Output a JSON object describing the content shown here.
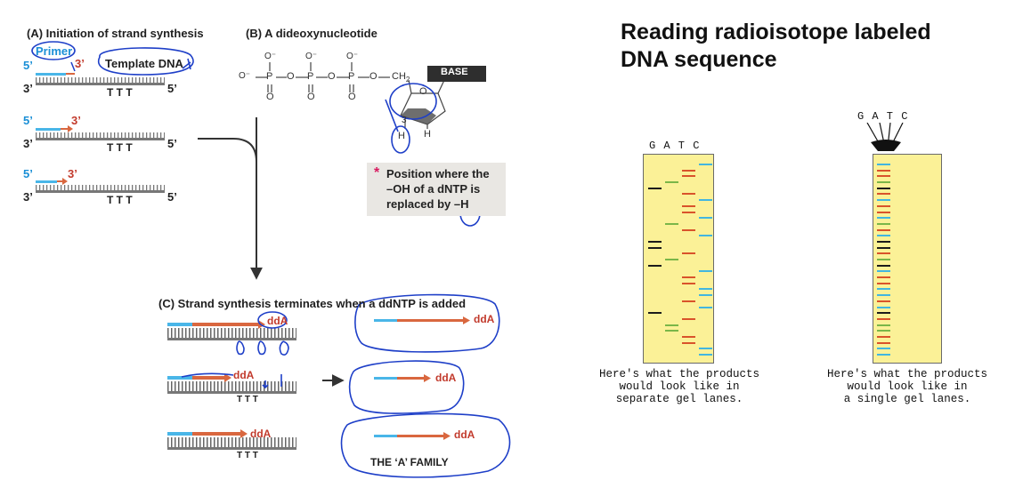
{
  "panel_a": {
    "title": "(A)  Initiation of strand synthesis",
    "primer_label": "Primer",
    "template_label": "Template DNA",
    "five_prime": "5’",
    "three_prime": "3’",
    "bases": "T   T   T"
  },
  "panel_b": {
    "title": "(B)  A dideoxynucleotide",
    "base_label": "BASE",
    "ch2": "CH",
    "ch2_sub": "2",
    "phosphate_o_minus": "O⁻",
    "o_label": "O",
    "p_label": "P",
    "o_double": "O",
    "h_label": "H",
    "num_3": "3",
    "callout_star": "*",
    "callout_text": "Position where the\n–OH of a dNTP is\nreplaced by –H"
  },
  "panel_c": {
    "title": "(C)  Strand synthesis terminates when a ddNTP is added",
    "dda": "ddA",
    "bases": "T   T   T",
    "family": "THE ‘A’ FAMILY"
  },
  "right": {
    "title_line1": "Reading radioisotope labeled",
    "title_line2": "DNA sequence",
    "lanes_header_1": "G A T C",
    "lanes_header_2": "G A T C",
    "caption_1": "Here's what the products\nwould look like in\nseparate gel lanes.",
    "caption_2": "Here's what the products\nwould look like in\na single gel lanes."
  },
  "colors": {
    "primer": "#49b6e8",
    "new_strand": "#d9673f",
    "dda": "#c23a2c",
    "pen": "#1e3fc8",
    "gel": "#fbf197",
    "band_g": "#1b1b1b",
    "band_a": "#7ab648",
    "band_t": "#d9532b",
    "band_c": "#42b6e0"
  },
  "gel_sequence": [
    "C",
    "T",
    "T",
    "A",
    "G",
    "T",
    "C",
    "T",
    "T",
    "C",
    "A",
    "T",
    "C",
    "G",
    "G",
    "T",
    "A",
    "G",
    "C",
    "T",
    "T",
    "C",
    "C",
    "T",
    "C",
    "G",
    "T",
    "A",
    "A",
    "T",
    "T",
    "C",
    "C"
  ]
}
